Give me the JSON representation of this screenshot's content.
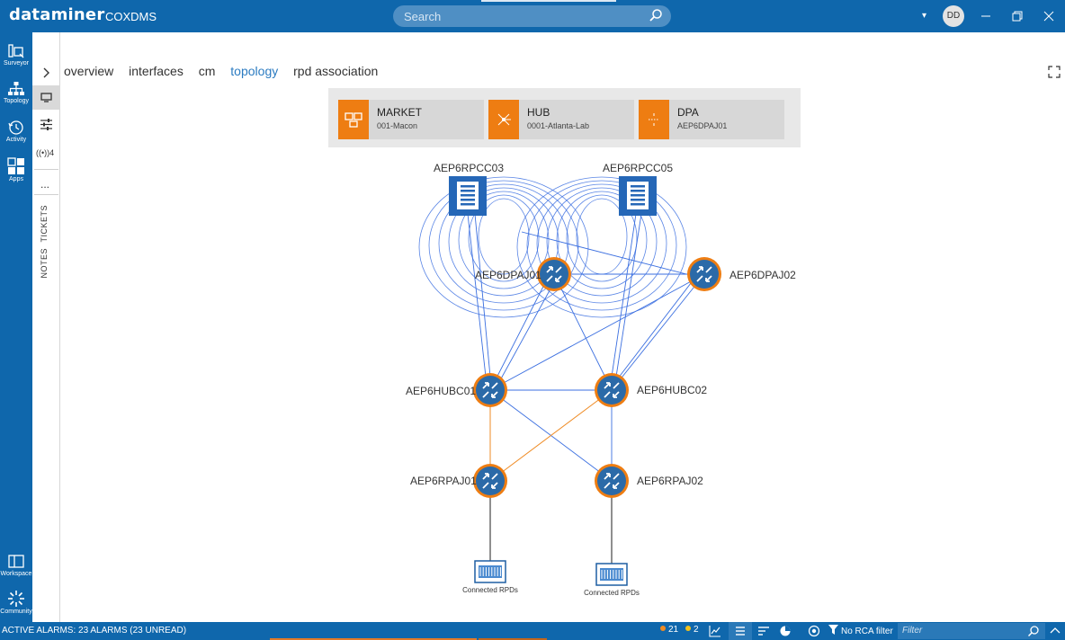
{
  "app": {
    "brand": "dataminer",
    "cluster": "COXDMS",
    "user_initials": "DD"
  },
  "search": {
    "placeholder": "Search"
  },
  "leftnav": {
    "items": [
      {
        "label": "Surveyor",
        "icon": "surveyor-icon"
      },
      {
        "label": "Topology",
        "icon": "topology-icon"
      },
      {
        "label": "Activity",
        "icon": "history-icon"
      },
      {
        "label": "Apps",
        "icon": "apps-icon"
      }
    ],
    "bottom": [
      {
        "label": "Workspace",
        "icon": "workspace-icon"
      },
      {
        "label": "Community",
        "icon": "community-icon"
      }
    ]
  },
  "sidetools": {
    "signal_count": "((•))4",
    "more": "...",
    "tickets": "TICKETS",
    "notes": "NOTES"
  },
  "tabs": [
    {
      "label": "overview",
      "active": false
    },
    {
      "label": "interfaces",
      "active": false
    },
    {
      "label": "cm",
      "active": false
    },
    {
      "label": "topology",
      "active": true
    },
    {
      "label": "rpd association",
      "active": false
    }
  ],
  "breadcrumb": [
    {
      "title": "MARKET",
      "subtitle": "001-Macon",
      "icon": "market-icon"
    },
    {
      "title": "HUB",
      "subtitle": "0001-Atlanta-Lab",
      "icon": "hub-icon"
    },
    {
      "title": "DPA",
      "subtitle": "AEP6DPAJ01",
      "icon": "dpa-icon"
    }
  ],
  "topology": {
    "nodes": [
      {
        "id": "rpcc03",
        "label": "AEP6RPCC03",
        "kind": "server"
      },
      {
        "id": "rpcc05",
        "label": "AEP6RPCC05",
        "kind": "server"
      },
      {
        "id": "dpaj01",
        "label": "AEP6DPAJ01",
        "kind": "router"
      },
      {
        "id": "dpaj02",
        "label": "AEP6DPAJ02",
        "kind": "router"
      },
      {
        "id": "hubc01",
        "label": "AEP6HUBC01",
        "kind": "router"
      },
      {
        "id": "hubc02",
        "label": "AEP6HUBC02",
        "kind": "router"
      },
      {
        "id": "rpaj01",
        "label": "AEP6RPAJ01",
        "kind": "router"
      },
      {
        "id": "rpaj02",
        "label": "AEP6RPAJ02",
        "kind": "router"
      },
      {
        "id": "rpds1",
        "label": "Connected RPDs",
        "kind": "rpd"
      },
      {
        "id": "rpds2",
        "label": "Connected RPDs",
        "kind": "rpd"
      }
    ],
    "link_colors": {
      "normal": "#3b6fe0",
      "warning": "#ef8b24",
      "plain": "#333333"
    },
    "node_colors": {
      "router_fill": "#2b6aa8",
      "router_ring": "#ee7d12",
      "server_fill": "#2567b7"
    }
  },
  "statusbar": {
    "alarms": "ACTIVE ALARMS: 23 ALARMS (23 UNREAD)",
    "count_orange": "21",
    "count_yellow": "2",
    "rca_filter": "No RCA filter",
    "filter_placeholder": "Filter"
  }
}
